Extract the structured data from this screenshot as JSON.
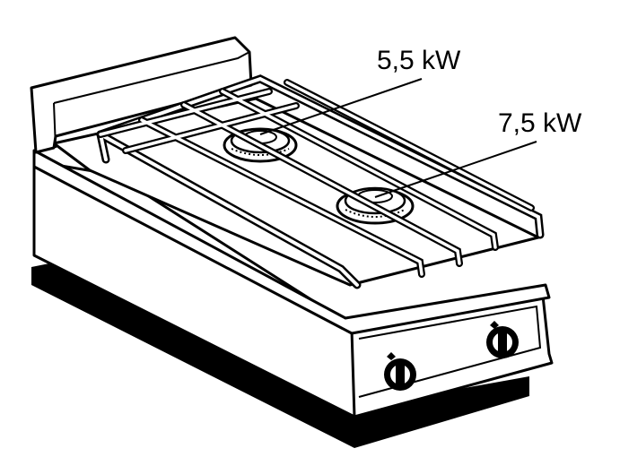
{
  "labels": {
    "burner_rear_power": "5,5 kW",
    "burner_front_power": "7,5 kW"
  },
  "colors": {
    "line": "#000000",
    "fill": "#ffffff",
    "shadow": "#000000",
    "panel_shade": "#f2f2f2"
  },
  "knobs": [
    {
      "name": "knob-left-icon",
      "symbol": "flame-indicator"
    },
    {
      "name": "knob-right-icon",
      "symbol": "flame-indicator"
    }
  ]
}
